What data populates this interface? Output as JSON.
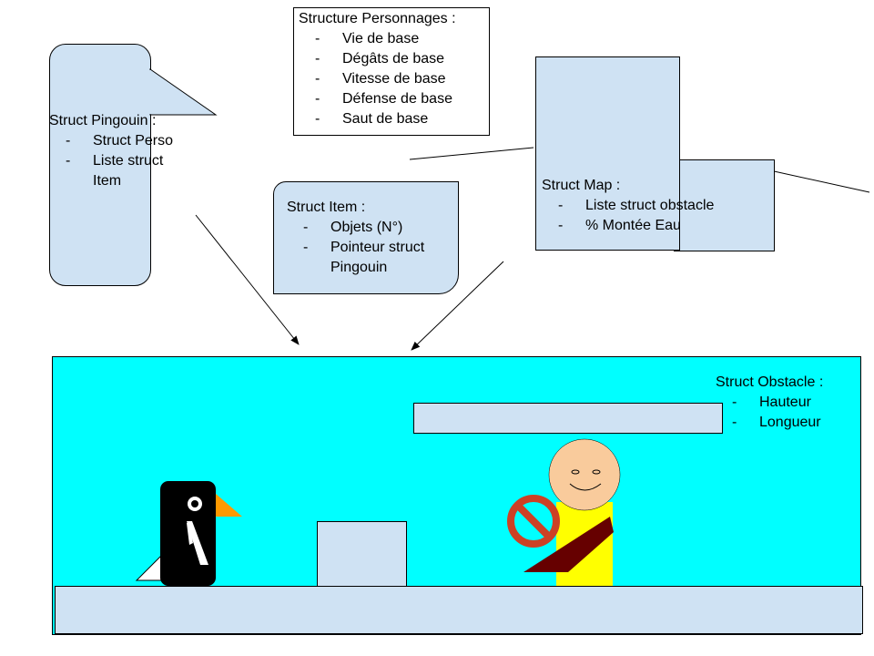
{
  "colors": {
    "box_fill": "#cfe2f3",
    "scene_bg": "#00ffff",
    "penguin_body": "#000000",
    "penguin_beak": "#ff9900",
    "character_face": "#f9cb9c",
    "character_body": "#ffff00",
    "character_sash": "#660000",
    "forbidden_sign": "#cc4125"
  },
  "personnages": {
    "title": "Structure Personnages :",
    "items": [
      "Vie de base",
      "Dégâts de base",
      "Vitesse de base",
      "Défense de base",
      "Saut de base"
    ]
  },
  "pingouin": {
    "title": "Struct Pingouin :",
    "items": [
      "Struct Perso",
      "Liste struct Item"
    ]
  },
  "item": {
    "title": "Struct Item :",
    "items": [
      "Objets (N°)",
      "Pointeur struct Pingouin"
    ]
  },
  "map": {
    "title": "Struct Map :",
    "items": [
      "Liste struct obstacle",
      "% Montée Eau"
    ]
  },
  "obstacle": {
    "title": "Struct Obstacle :",
    "items": [
      "Hauteur",
      "Longueur"
    ]
  }
}
